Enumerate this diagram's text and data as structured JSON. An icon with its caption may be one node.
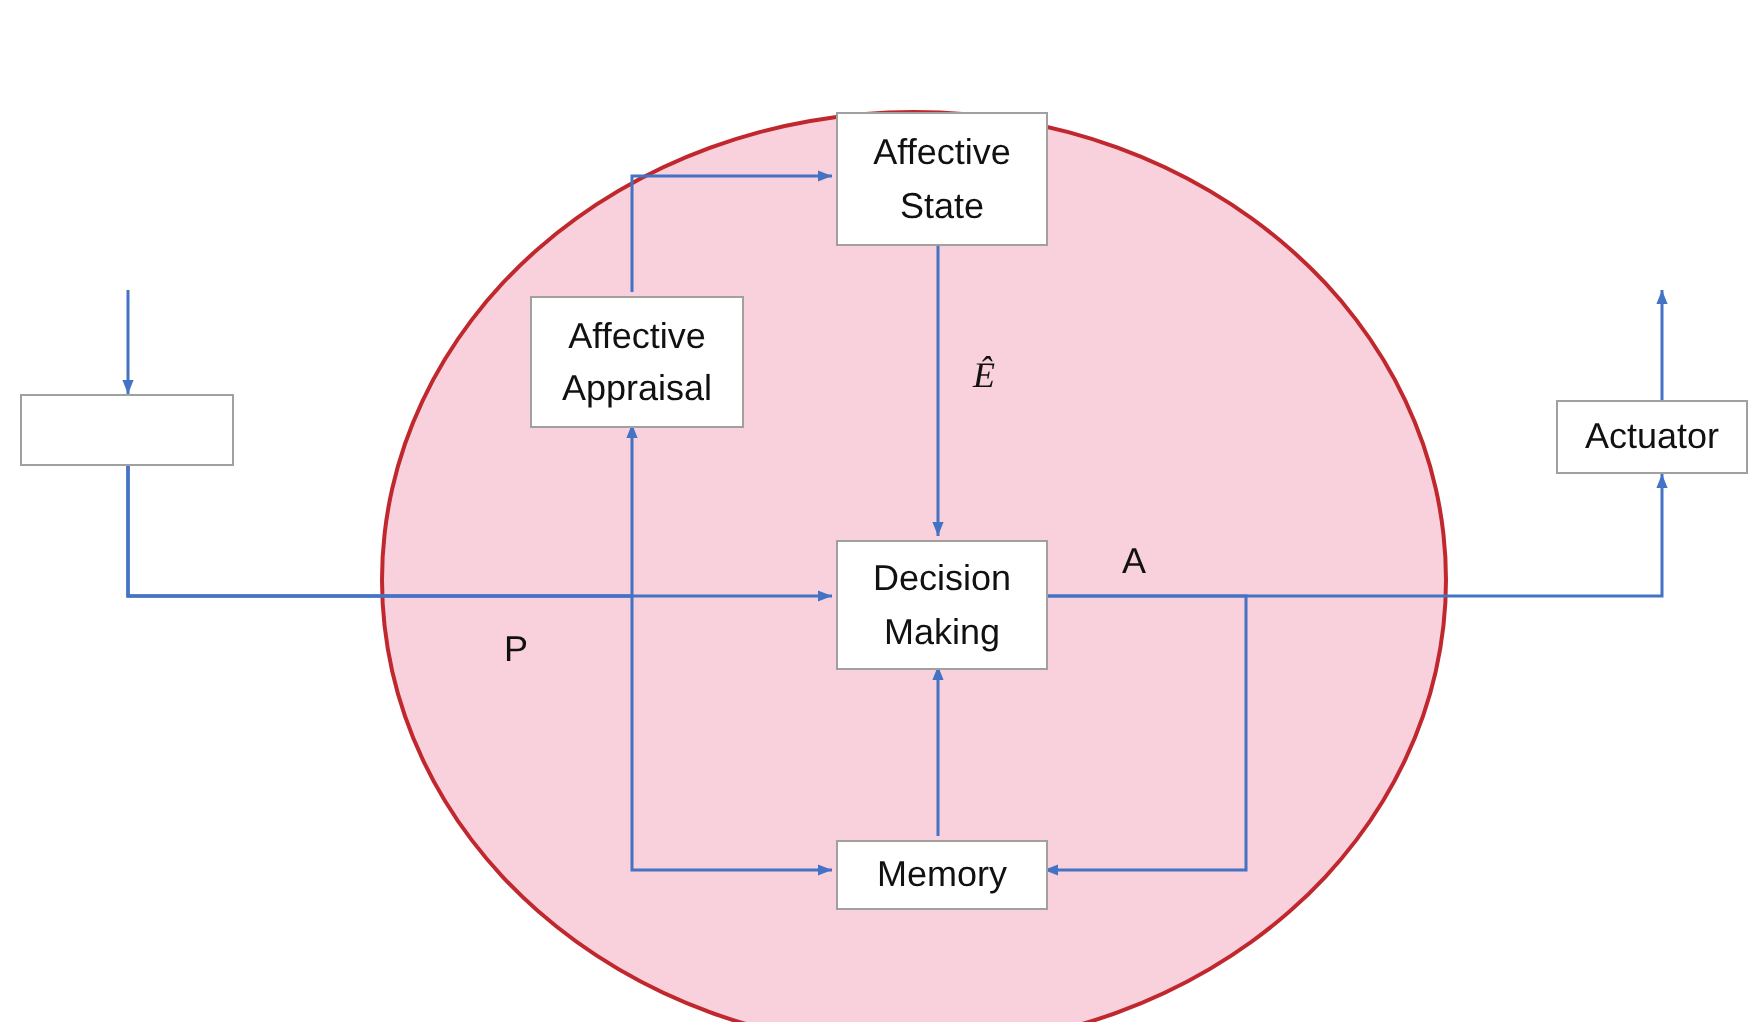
{
  "diagram": {
    "nodes": [
      {
        "text": [],
        "shape": "circle"
      },
      {
        "text": [
          "Affective State"
        ],
        "in": 0
      },
      {
        "text": [
          "Affective Appraisal"
        ],
        "in": 0
      },
      {
        "text": [
          "Decision Making"
        ],
        "in": 0
      },
      {
        "text": [
          "Memory"
        ],
        "in": 0
      },
      {
        "text": [],
        "shape": "box"
      },
      {
        "text": [
          "Actuator"
        ]
      }
    ],
    "edges": [
      {
        "from": null,
        "to": 5,
        "arrow": "to"
      },
      {
        "from": 5,
        "to": 3,
        "arrow": "to",
        "label": "P"
      },
      {
        "from": 5,
        "to": 2,
        "arrow": "to"
      },
      {
        "from": 5,
        "to": 4,
        "arrow": "to"
      },
      {
        "from": 2,
        "to": 1,
        "arrow": "to"
      },
      {
        "from": 1,
        "to": 3,
        "arrow": "to",
        "label": "Ê"
      },
      {
        "from": 4,
        "to": 3,
        "arrow": "to"
      },
      {
        "from": 3,
        "to": 6,
        "arrow": "to",
        "label": "A"
      },
      {
        "from": 3,
        "to": 4,
        "arrow": "to"
      },
      {
        "from": 6,
        "to": null,
        "arrow": "to"
      }
    ]
  }
}
